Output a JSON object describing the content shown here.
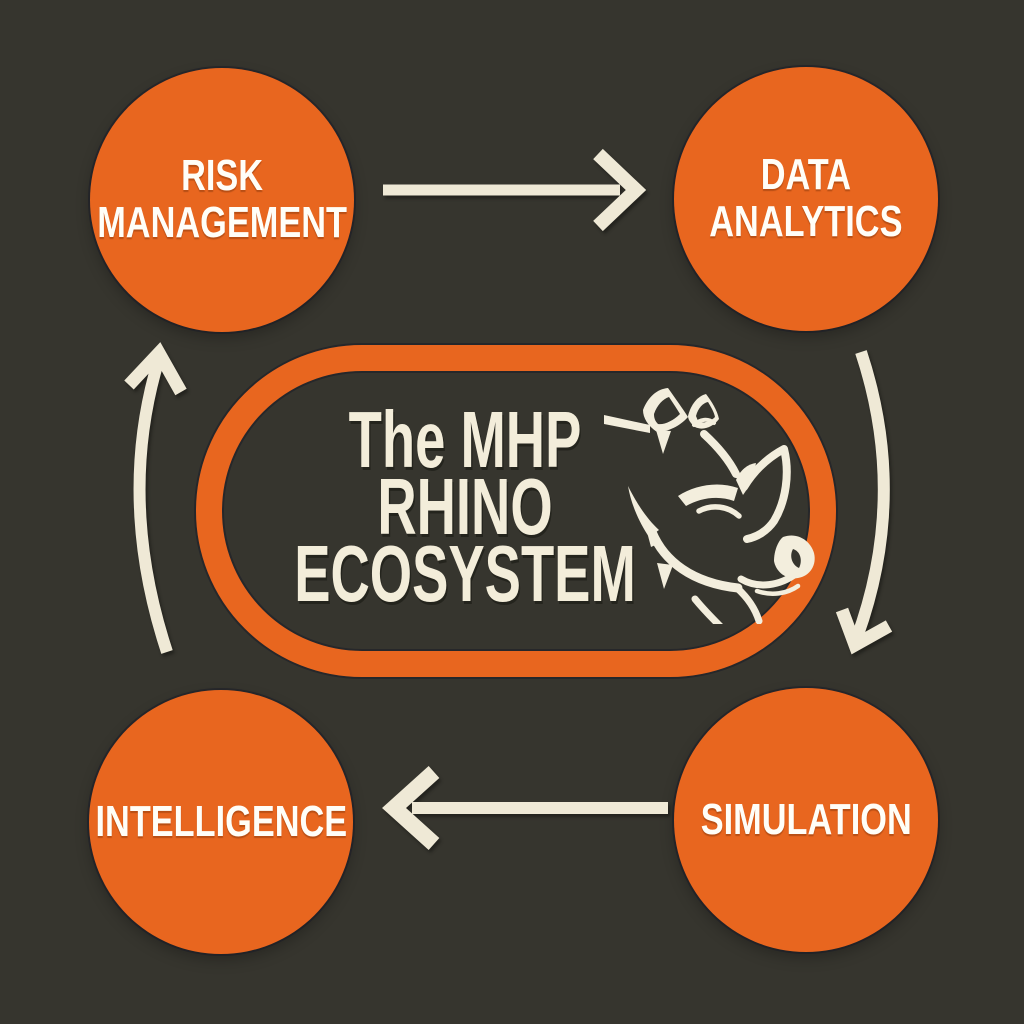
{
  "diagram": {
    "title": "The MHP RHINO ECOSYSTEM",
    "center_label": {
      "line1": "The MHP",
      "line2": "RHINO",
      "line3": "ECOSYSTEM"
    },
    "center_icon": "rhino-head-icon",
    "nodes": [
      {
        "id": "risk-management",
        "position": "top-left",
        "lines": [
          "RISK",
          "MANAGEMENT"
        ]
      },
      {
        "id": "data-analytics",
        "position": "top-right",
        "lines": [
          "DATA",
          "ANALYTICS"
        ]
      },
      {
        "id": "simulation",
        "position": "bottom-right",
        "lines": [
          "SIMULATION"
        ]
      },
      {
        "id": "intelligence",
        "position": "bottom-left",
        "lines": [
          "INTELLIGENCE"
        ]
      }
    ],
    "arrows": [
      {
        "from": "risk-management",
        "to": "data-analytics",
        "direction": "right"
      },
      {
        "from": "data-analytics",
        "to": "simulation",
        "direction": "down-curve"
      },
      {
        "from": "simulation",
        "to": "intelligence",
        "direction": "left"
      },
      {
        "from": "intelligence",
        "to": "risk-management",
        "direction": "up-curve"
      }
    ],
    "colors": {
      "background": "#36352e",
      "node_fill": "#e8661f",
      "node_text": "#fffef8",
      "ring_orange": "#e8661f",
      "cream": "#f3edda",
      "arrow_cream": "#efe9d6"
    }
  }
}
